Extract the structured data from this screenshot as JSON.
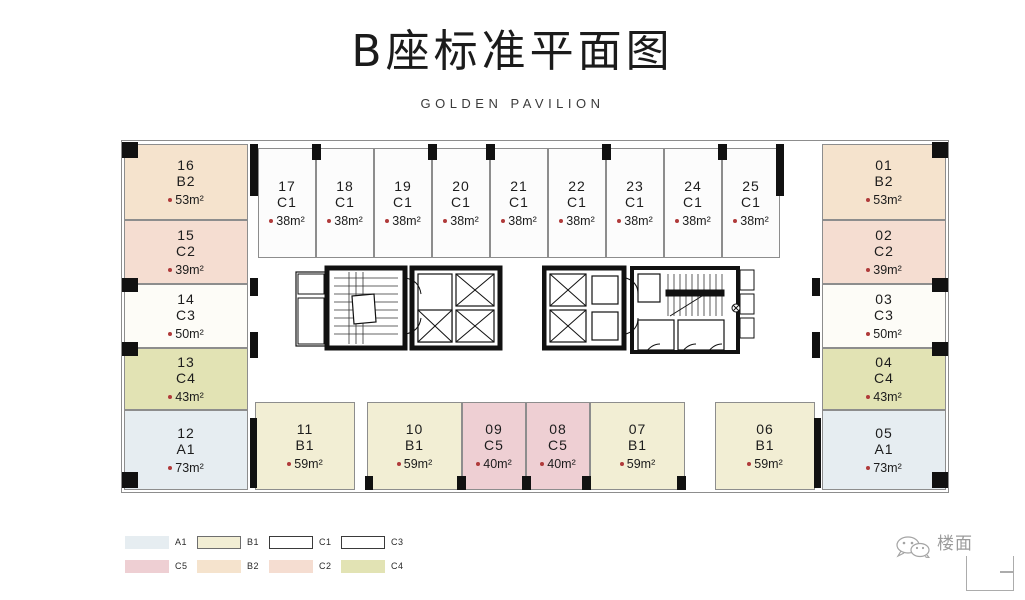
{
  "header": {
    "title": "B座标准平面图",
    "subtitle": "GOLDEN PAVILION"
  },
  "plan": {
    "top_row": [
      {
        "no": "17",
        "type": "C1",
        "area": "38m²"
      },
      {
        "no": "18",
        "type": "C1",
        "area": "38m²"
      },
      {
        "no": "19",
        "type": "C1",
        "area": "38m²"
      },
      {
        "no": "20",
        "type": "C1",
        "area": "38m²"
      },
      {
        "no": "21",
        "type": "C1",
        "area": "38m²"
      },
      {
        "no": "22",
        "type": "C1",
        "area": "38m²"
      },
      {
        "no": "23",
        "type": "C1",
        "area": "38m²"
      },
      {
        "no": "24",
        "type": "C1",
        "area": "38m²"
      },
      {
        "no": "25",
        "type": "C1",
        "area": "38m²"
      }
    ],
    "left_column": [
      {
        "no": "16",
        "type": "B2",
        "area": "53m²"
      },
      {
        "no": "15",
        "type": "C2",
        "area": "39m²"
      },
      {
        "no": "14",
        "type": "C3",
        "area": "50m²"
      },
      {
        "no": "13",
        "type": "C4",
        "area": "43m²"
      }
    ],
    "right_column": [
      {
        "no": "01",
        "type": "B2",
        "area": "53m²"
      },
      {
        "no": "02",
        "type": "C2",
        "area": "39m²"
      },
      {
        "no": "03",
        "type": "C3",
        "area": "50m²"
      },
      {
        "no": "04",
        "type": "C4",
        "area": "43m²"
      }
    ],
    "bottom_row": [
      {
        "no": "12",
        "type": "A1",
        "area": "73m²"
      },
      {
        "no": "11",
        "type": "B1",
        "area": "59m²"
      },
      {
        "no": "10",
        "type": "B1",
        "area": "59m²"
      },
      {
        "no": "09",
        "type": "C5",
        "area": "40m²"
      },
      {
        "no": "08",
        "type": "C5",
        "area": "40m²"
      },
      {
        "no": "07",
        "type": "B1",
        "area": "59m²"
      },
      {
        "no": "06",
        "type": "B1",
        "area": "59m²"
      },
      {
        "no": "05",
        "type": "A1",
        "area": "73m²"
      }
    ],
    "cores": [
      {
        "name": "left-service-core",
        "label": "stairs-and-elevators"
      },
      {
        "name": "right-service-core",
        "label": "elevators-stairs-restrooms"
      }
    ]
  },
  "legend": {
    "row1": [
      {
        "code": "A1",
        "color": "#e6edf1",
        "bordered": false
      },
      {
        "code": "B1",
        "color": "#f2eed4",
        "bordered": true
      },
      {
        "code": "C1",
        "color": "#ffffff",
        "bordered": true
      },
      {
        "code": "C3",
        "color": "#ffffff",
        "bordered": true
      }
    ],
    "row2": [
      {
        "code": "C5",
        "color": "#eecfd3",
        "bordered": false
      },
      {
        "code": "B2",
        "color": "#f5e3cd",
        "bordered": false
      },
      {
        "code": "C2",
        "color": "#f5ddd1",
        "bordered": false
      },
      {
        "code": "C4",
        "color": "#e2e3b4",
        "bordered": false
      }
    ]
  },
  "watermark": {
    "text": "楼面",
    "icon": "wechat-icon"
  },
  "colors": {
    "A1": "#e6edf1",
    "B1": "#f2eed4",
    "B2": "#f5e3cd",
    "C1": "#fcfcfc",
    "C2": "#f5ddd1",
    "C3": "#fdfcf7",
    "C4": "#e2e3b4",
    "C5": "#eecfd3",
    "area_dot": "#b03a3a",
    "pillar": "#111111",
    "wall": "#8d8d8d"
  }
}
